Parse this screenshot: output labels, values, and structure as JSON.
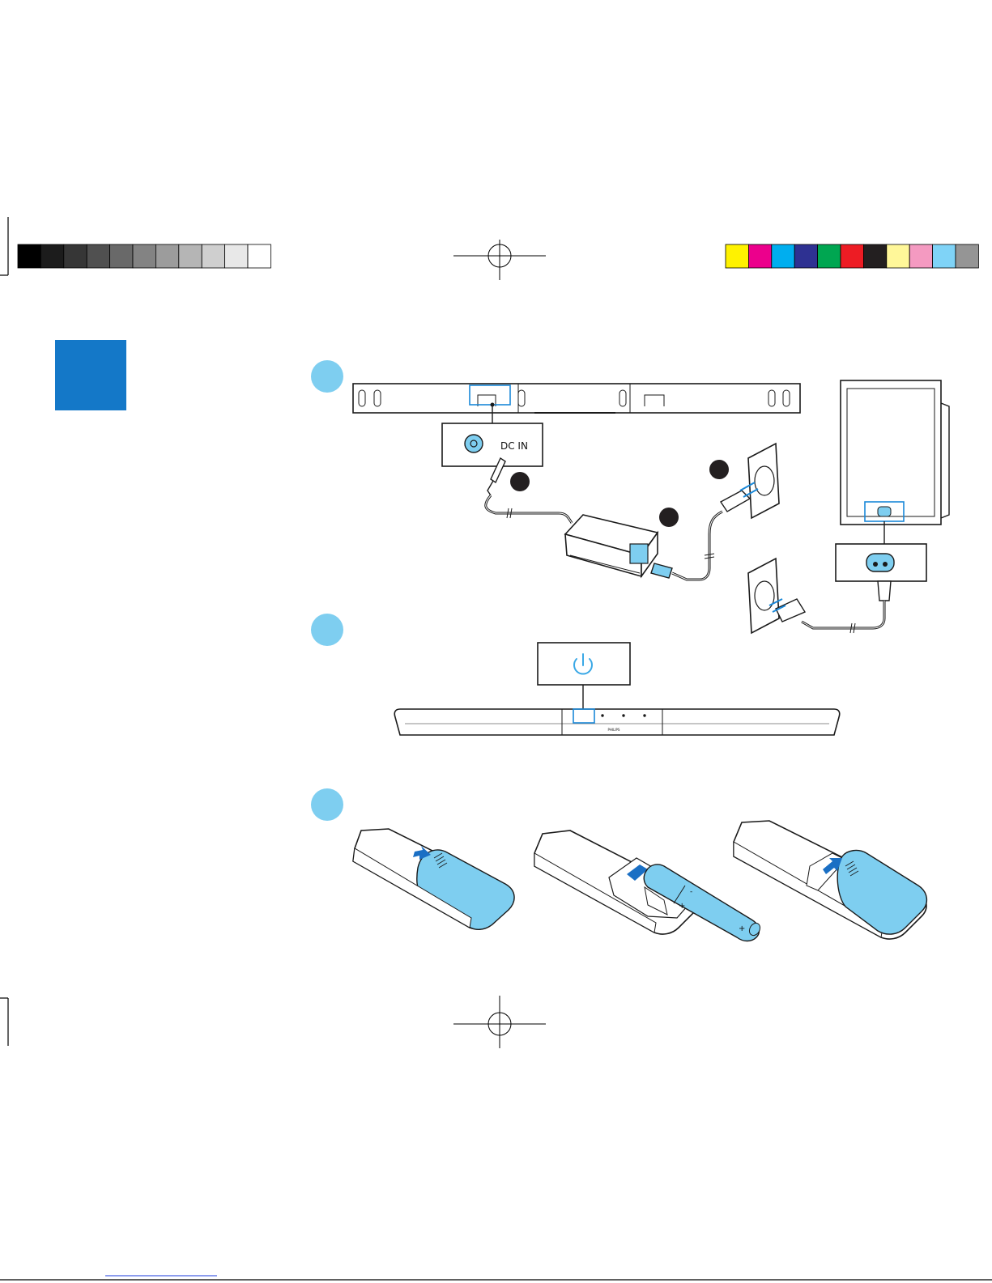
{
  "print_marks": {
    "grayscale_swatches": [
      "#000000",
      "#1c1c1c",
      "#363636",
      "#505050",
      "#696969",
      "#838383",
      "#9c9c9c",
      "#b5b5b5",
      "#cfcfcf",
      "#e8e8e8",
      "#ffffff"
    ],
    "color_swatches": [
      "#fff200",
      "#ec008c",
      "#00aeef",
      "#2e3192",
      "#00a651",
      "#ed1c24",
      "#231f20",
      "#fff799",
      "#f49ac1",
      "#7fd3f7",
      "#959595"
    ]
  },
  "colors": {
    "corner_tab": "#1478c8",
    "step_circle": "#7ecef0",
    "highlight": "#1a88d8",
    "cover_fill": "#7ecef0",
    "dark_circle": "#231f20",
    "line": "#1a1a1a"
  },
  "steps": [
    {
      "id": "connect-power"
    },
    {
      "id": "power-on"
    },
    {
      "id": "insert-batteries"
    }
  ],
  "labels": {
    "dc_in": "DC IN",
    "brand": "PHILIPS"
  },
  "icons": {
    "power_symbol": "power-icon",
    "remote_arrow": "arrow-right-icon"
  }
}
